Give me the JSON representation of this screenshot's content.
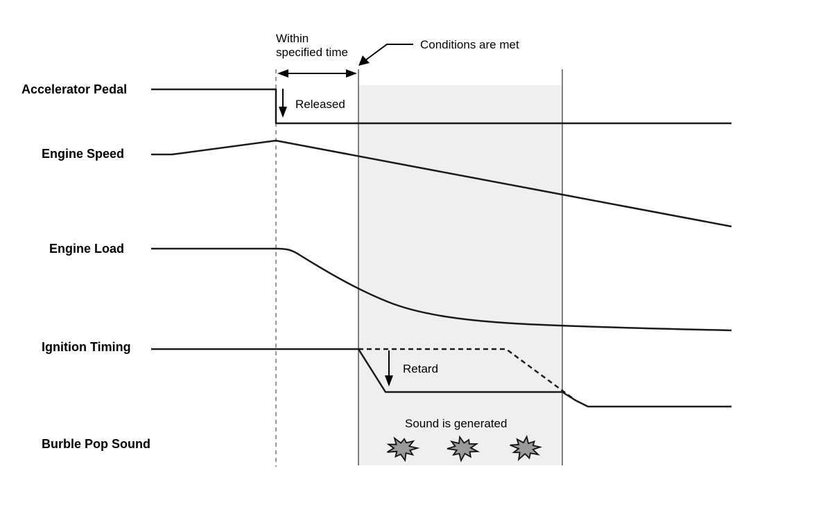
{
  "rows": {
    "accelerator_pedal": "Accelerator Pedal",
    "engine_speed": "Engine Speed",
    "engine_load": "Engine Load",
    "ignition_timing": "Ignition Timing",
    "burble_pop_sound": "Burble Pop Sound"
  },
  "annotations": {
    "within_line1": "Within",
    "within_line2": "specified time",
    "conditions_met": "Conditions are met",
    "released": "Released",
    "retard": "Retard",
    "sound_generated": "Sound is generated"
  },
  "colors": {
    "shade": "#efefef",
    "line": "#1a1a1a",
    "boundary": "#808080",
    "burst_fill": "#9a9a9a"
  }
}
